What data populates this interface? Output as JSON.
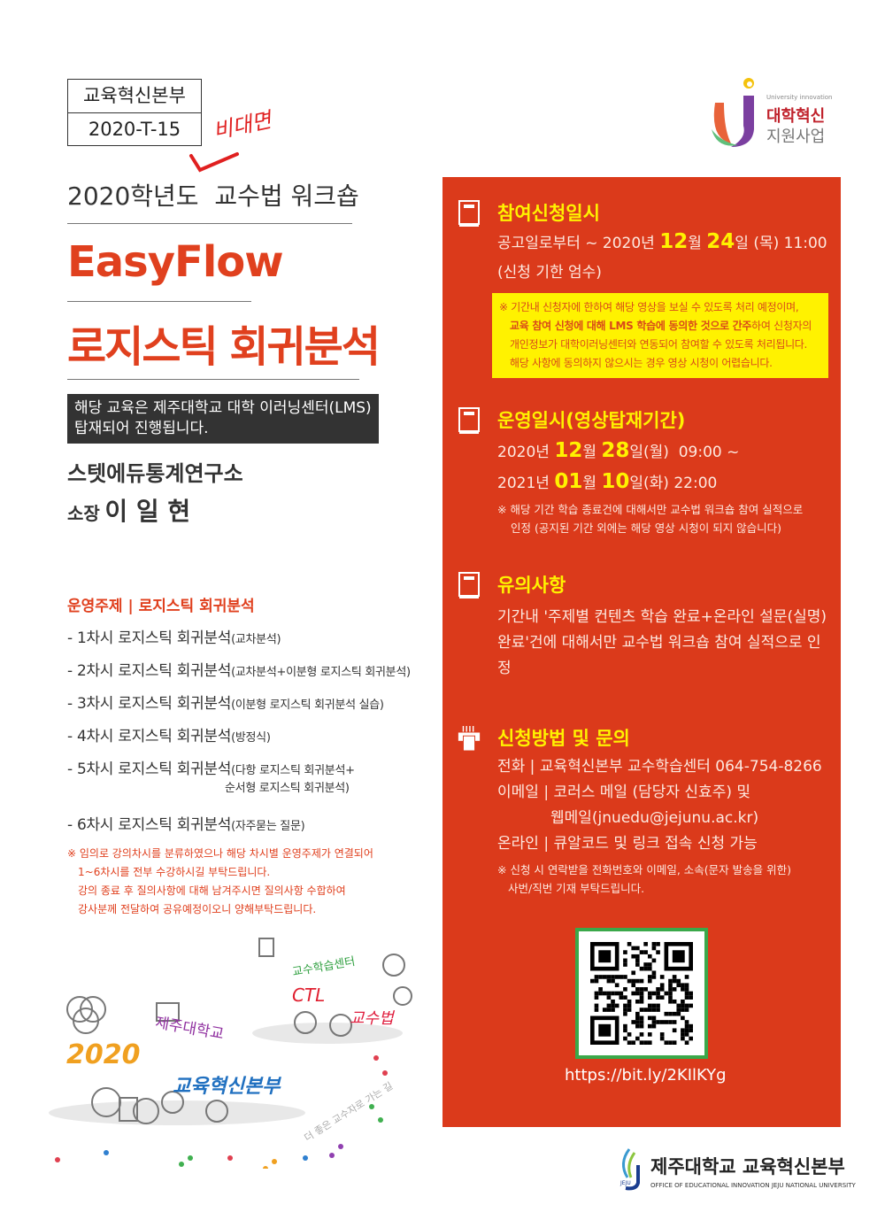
{
  "header": {
    "code_box": {
      "dept": "교육혁신본부",
      "code": "2020-T-15"
    },
    "handwritten_note": "비대면",
    "subtitle": "2020학년도  교수법 워크숍",
    "title_en": "EasyFlow",
    "title_ko": "로지스틱 회귀분석",
    "notice": "해당 교육은 제주대학교 대학 이러닝센터(LMS) 탑재되어 진행됩니다.",
    "org": "스텟에듀통계연구소",
    "speaker_role": "소장",
    "speaker_name": "이 일 현"
  },
  "logo_top": {
    "en": "University innovation",
    "line1": "대학혁신",
    "line2": "지원사업"
  },
  "topics": {
    "heading": "운영주제 | 로지스틱 회귀분석",
    "items": [
      {
        "main": "- 1차시 로지스틱 회귀분석",
        "sub": "(교차분석)"
      },
      {
        "main": "- 2차시 로지스틱 회귀분석",
        "sub": "(교차분석+이분형 로지스틱 회귀분석)"
      },
      {
        "main": "- 3차시 로지스틱 회귀분석",
        "sub": "(이분형 로지스틱 회귀분석 실습)"
      },
      {
        "main": "- 4차시 로지스틱 회귀분석",
        "sub": "(방정식)"
      },
      {
        "main": "- 5차시 로지스틱 회귀분석",
        "sub": "(다항 로지스틱 회귀분석+",
        "sub2": "순서형 로지스틱 회귀분석)"
      },
      {
        "main": "- 6차시 로지스틱 회귀분석",
        "sub": "(자주묻는 질문)"
      }
    ],
    "note": [
      "※ 임의로 강의차시를 분류하였으나 해당 차시별 운영주제가 연결되어",
      "1~6차시를 전부 수강하시길 부탁드립니다.",
      "강의 종료 후 질의사항에 대해 남겨주시면 질의사항 수합하여",
      "강사분께 전달하여 공유예정이오니 양해부탁드립니다."
    ]
  },
  "illustration": {
    "t1": "2020",
    "t2": "제주대학교",
    "t3": "교육혁신본부",
    "t4": "교수학습센터",
    "t5": "CTL",
    "t6": "교수법",
    "t7": "더 좋은 교수자로 가는 길"
  },
  "panel": {
    "apply": {
      "title": "참여신청일시",
      "l1a": "공고일로부터 ~ 2020년 ",
      "m": "12",
      "w": "월 ",
      "d": "24",
      "l1b": "일 (목) 11:00",
      "l2": "(신청 기한 엄수)",
      "box": [
        "※ 기간내 신청자에 한하여 해당 영상을 보실 수 있도록 처리 예정이며,",
        "교육 참여 신청에 대해 LMS 학습에 동의한 것으로 간주",
        "하여 신청자의",
        "개인정보가 대학이러닝센터와 연동되어 참여할 수 있도록 처리됩니다.",
        "해당 사항에 동의하지 않으시는 경우 영상 시청이 어렵습니다."
      ]
    },
    "period": {
      "title": "운영일시(영상탑재기간)",
      "y1": "2020년 ",
      "m1": "12",
      "d1": "28",
      "r1": "일(월)  09:00 ~",
      "y2": "2021년 ",
      "m2": "01",
      "d2": "10",
      "r2": "일(화) 22:00",
      "w": "월 ",
      "note": [
        "※ 해당 기간 학습 종료건에 대해서만 교수법 워크숍 참여 실적으로",
        "인정 (공지된 기간 외에는 해당 영상 시청이 되지 않습니다)"
      ]
    },
    "caution": {
      "title": "유의사항",
      "lines": [
        "기간내 '주제별 컨텐츠 학습 완료+온라인 설문(실명)",
        "완료'건에 대해서만 교수법 워크숍 참여 실적으로 인정"
      ]
    },
    "contact": {
      "title": "신청방법 및 문의",
      "lines": [
        "전화 | 교육혁신본부 교수학습센터 064-754-8266",
        "이메일 | 코러스 메일 (담당자 신효주) 및",
        "웹메일(jnuedu@jejunu.ac.kr)",
        "온라인 | 큐알코드 및 링크 접속 신청 가능"
      ],
      "note": [
        "※ 신청 시 연락받을 전화번호와 이메일, 소속(문자 발송을 위한)",
        "사번/직번 기재 부탁드립니다."
      ]
    },
    "url": "https://bit.ly/2KIlKYg"
  },
  "footer": {
    "name": "제주대학교 교육혁신본부",
    "en": "OFFICE OF EDUCATIONAL INNOVATION JEJU NATIONAL UNIVERSITY",
    "emblem": "JEJU"
  },
  "colors": {
    "panel": "#db3a1b",
    "highlight": "#fff200",
    "accent": "#e0401e"
  }
}
